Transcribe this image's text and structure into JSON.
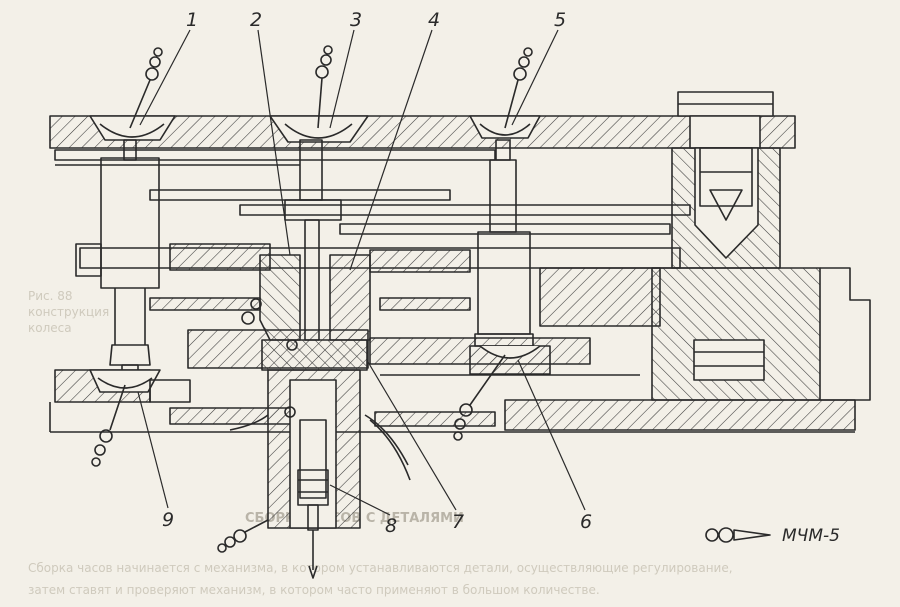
{
  "figure": {
    "callouts": [
      "1",
      "2",
      "3",
      "4",
      "5",
      "6",
      "7",
      "8",
      "9"
    ],
    "mark": "МЧМ-5"
  },
  "show_through": {
    "heading": "СБОРКА ЧАСОВ С ДЕТАЛЯМИ",
    "line_1": "Сборка часов начинается с механизма, в котором устанавливаются детали, осуществляющие регулирование,",
    "line_2": "затем ставят и проверяют механизм, в котором часто применяют в большом количестве.",
    "side_1": "Рис. 88",
    "side_2": "конструкция",
    "side_3": "колеса"
  },
  "colors": {
    "paper": "#f3f0e8",
    "ink": "#2a2a2a"
  }
}
